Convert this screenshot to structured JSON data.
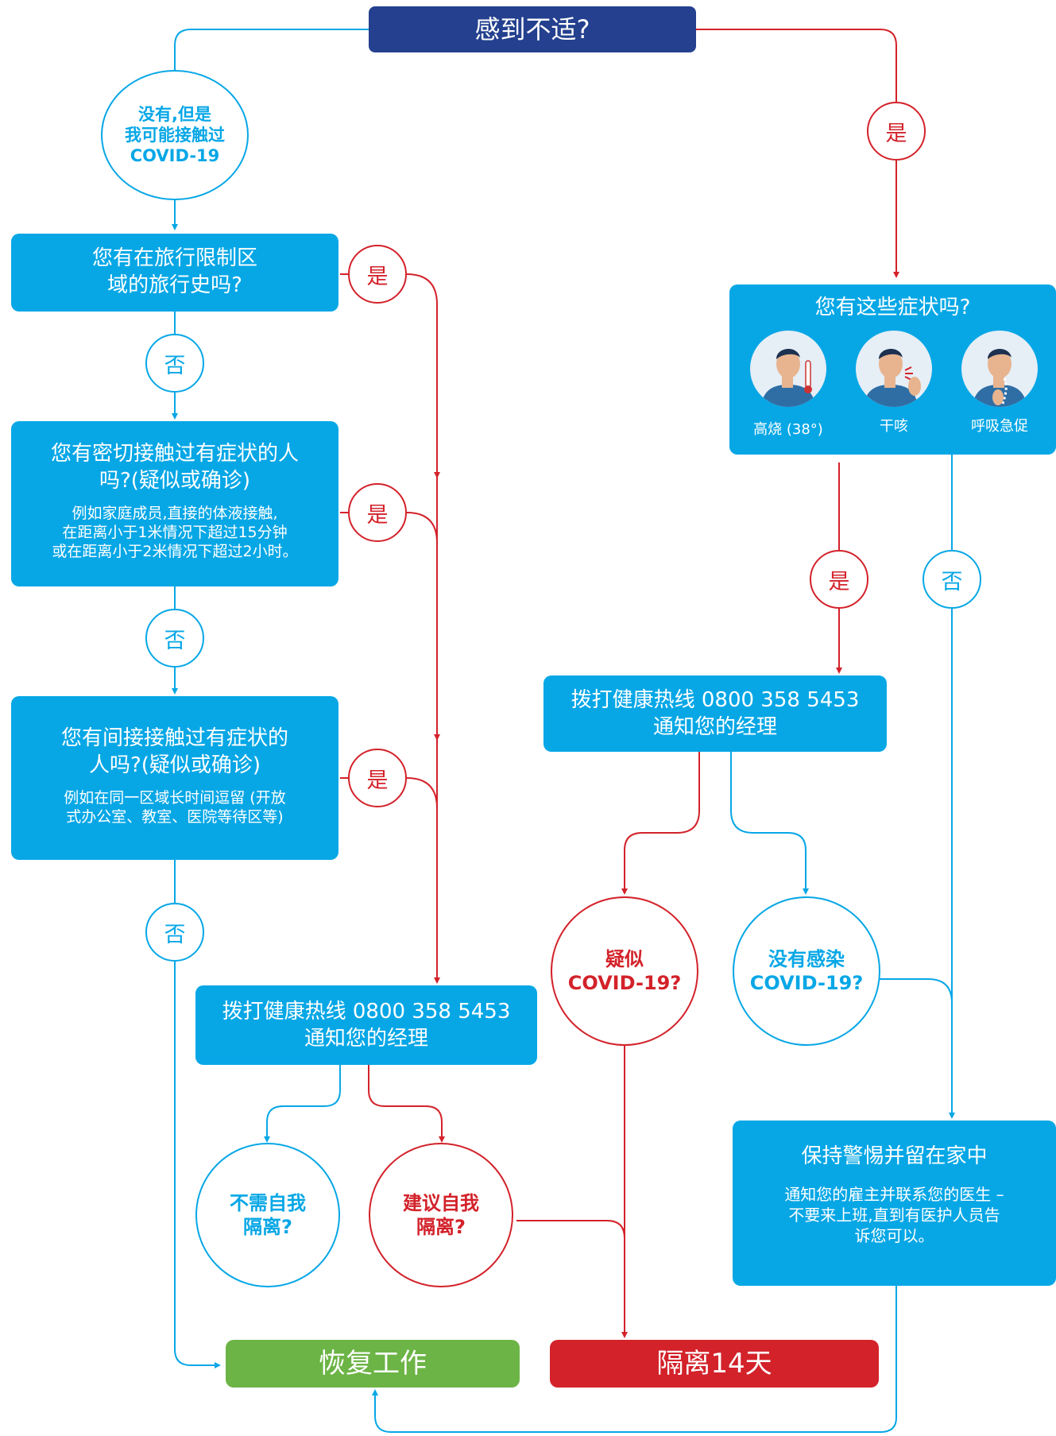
{
  "colors": {
    "blue": "#07a7e6",
    "red": "#d3222a",
    "navy": "#24408e",
    "green": "#6cb446"
  },
  "top_question": "感到不适?",
  "left_branch": {
    "entry_label": "没有,但是\n我可能接触过\nCOVID-19",
    "q_travel": {
      "title": "您有在旅行限制区\n域的旅行史吗?"
    },
    "q_close_contact": {
      "title": "您有密切接触过有症状的人\n吗?(疑似或确诊)",
      "detail": "例如家庭成员,直接的体液接触,\n在距离小于1米情况下超过15分钟\n或在距离小于2米情况下超过2小时。"
    },
    "q_indirect_contact": {
      "title": "您有间接接触过有症状的\n人吗?(疑似或确诊)",
      "detail": "例如在同一区域长时间逗留 (开放\n式办公室、教室、医院等待区等)"
    },
    "call_box": {
      "line1": "拨打健康热线 0800 358 5453",
      "line2": "通知您的经理"
    },
    "outcome_no_isolation": "不需自我\n隔离?",
    "outcome_isolation": "建议自我\n隔离?"
  },
  "right_branch": {
    "symptoms_box": {
      "title": "您有这些症状吗?",
      "items": [
        {
          "icon": "fever-icon",
          "label": "高烧 (38°)"
        },
        {
          "icon": "cough-icon",
          "label": "干咳"
        },
        {
          "icon": "shortness-of-breath-icon",
          "label": "呼吸急促"
        }
      ]
    },
    "call_box": {
      "line1": "拨打健康热线 0800 358 5453",
      "line2": "通知您的经理"
    },
    "outcome_suspected": "疑似\nCOVID-19?",
    "outcome_not_infected": "没有感染\nCOVID-19?",
    "stay_home_box": {
      "title": "保持警惕并留在家中",
      "detail": "通知您的雇主并联系您的医生 –\n不要来上班,直到有医护人员告\n诉您可以。"
    }
  },
  "labels": {
    "yes": "是",
    "no": "否"
  },
  "final": {
    "return_to_work": "恢复工作",
    "isolate_14": "隔离14天"
  }
}
